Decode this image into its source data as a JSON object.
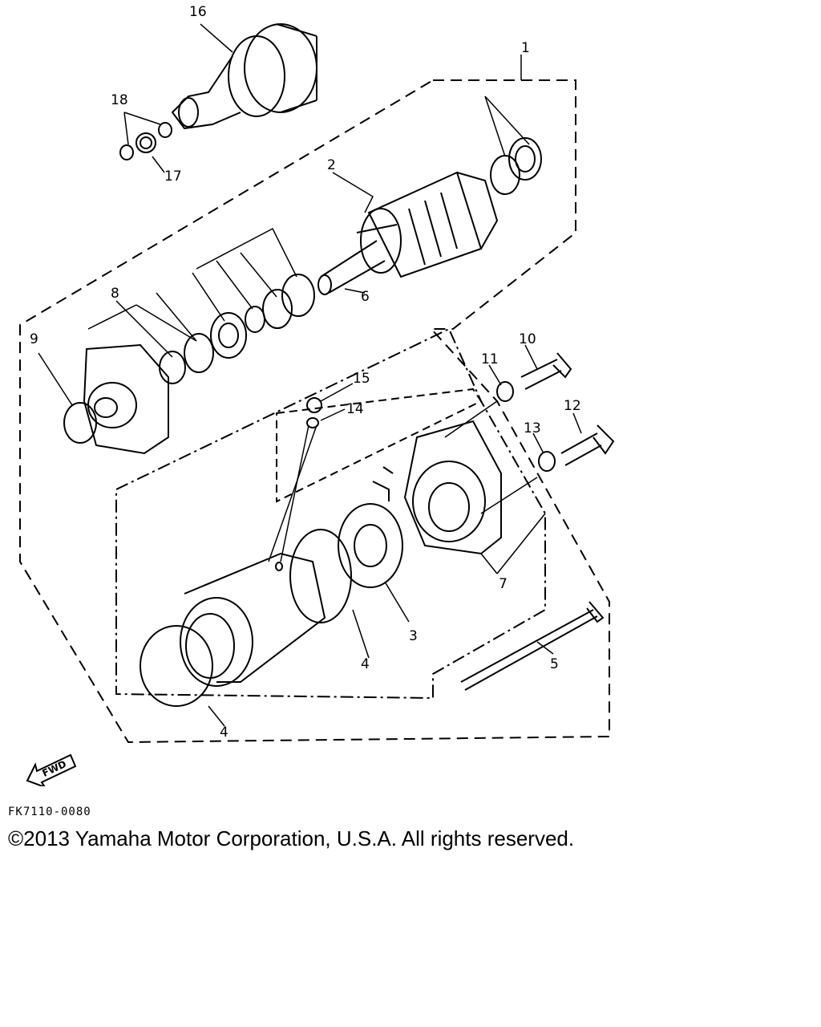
{
  "diagram": {
    "callouts": [
      "1",
      "2",
      "3",
      "4",
      "4",
      "5",
      "6",
      "7",
      "8",
      "9",
      "10",
      "11",
      "12",
      "13",
      "14",
      "15",
      "16",
      "17",
      "18"
    ],
    "fwd_label": "FWD",
    "drawing_code": "FK7110-0080",
    "copyright": "©2013 Yamaha Motor Corporation, U.S.A. All rights reserved."
  }
}
